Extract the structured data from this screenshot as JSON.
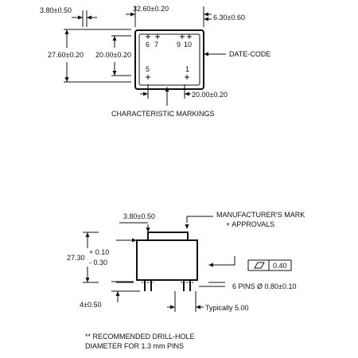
{
  "top_view": {
    "dim_left_offset": "3.80±0.50",
    "dim_width": "32.60±0.20",
    "dim_right_offset": "6.30±0.60",
    "dim_height_outer": "27.60±0.20",
    "dim_height_inner": "20.00±0.20",
    "dim_bottom": "20.00±0.20",
    "date_code": "DATE-CODE",
    "characteristic_markings": "CHARACTERISTIC MARKINGS",
    "pin_labels": {
      "p6": "6",
      "p7": "7",
      "p9": "9",
      "p10": "10",
      "p5": "5",
      "p1": "1"
    }
  },
  "side_view": {
    "dim_top_offset": "3.80±0.50",
    "manufacturer_line1": "MANUFACTURER'S MARK",
    "manufacturer_line2": "+ APPROVALS",
    "height_value": "27.30",
    "tol_plus": "+ 0.10",
    "tol_minus": "- 0.30",
    "flatness_value": "0.40",
    "pins_note": "6 PINS Ø 0.80±0.10",
    "pin_length": "4±0.50",
    "typical": "Typically 5.00"
  },
  "footnote": {
    "line1": "** RECOMMENDED DRILL-HOLE",
    "line2": "DIAMETER FOR 1.3 mm PINS"
  }
}
